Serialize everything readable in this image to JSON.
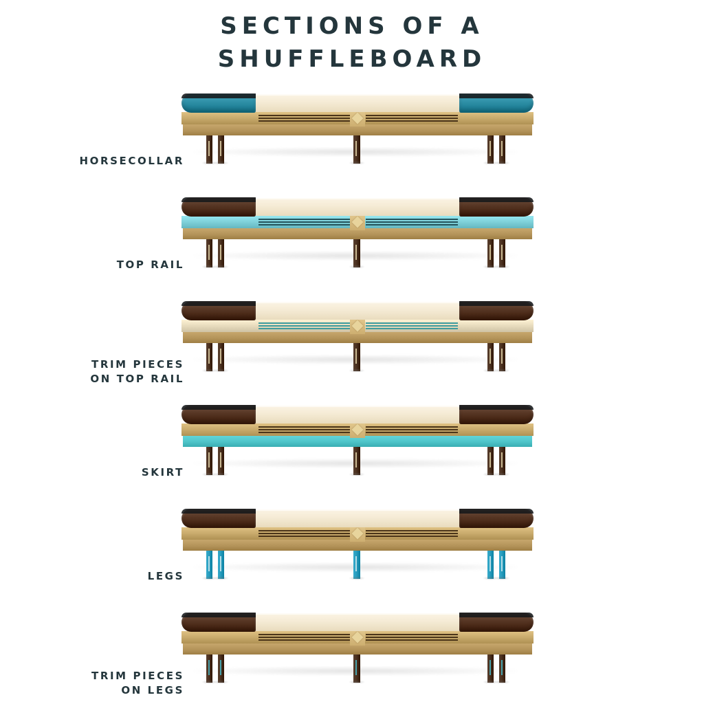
{
  "page": {
    "background": "#ffffff",
    "title_lines": [
      "Sections of a",
      "Shuffleboard"
    ],
    "title_color": "#24363c"
  },
  "palette": {
    "teal_collar": "#2e8fa6",
    "teal_rail": "#7fd1da",
    "teal_trim": "#3e9c9e",
    "teal_skirt": "#4ec3c8",
    "teal_legs": "#2a9fc0",
    "teal_leg_trim": "#46b6c4",
    "wood_dark": "#563523",
    "wood_rail": "#c9ab6d",
    "wood_skirt": "#b4945a",
    "playfield_cream": "#f6ecd7",
    "stripe_dark": "#4a3419",
    "leg_dark": "#4d3322"
  },
  "rows": [
    {
      "id": "horsecollar",
      "label_lines": [
        "Horsecollar"
      ],
      "highlight": "horsecollar",
      "collar_color": "#2e8fa6",
      "rail_color": "#c9ab6d",
      "rail_stripe_color": "#4a3419",
      "skirt_color": "#b4945a",
      "leg_color": "#4d3322",
      "leg_trim_color": "#e2d2a8"
    },
    {
      "id": "top-rail",
      "label_lines": [
        "Top Rail"
      ],
      "highlight": "top-rail",
      "collar_color": "#563523",
      "rail_color": "#7fd1da",
      "rail_stripe_color": "#24545c",
      "skirt_color": "#b4945a",
      "leg_color": "#4d3322",
      "leg_trim_color": "#e2d2a8"
    },
    {
      "id": "trim-pieces-on-top-rail",
      "label_lines": [
        "Trim Pieces",
        "on Top Rail"
      ],
      "highlight": "trim-on-rail",
      "collar_color": "#563523",
      "rail_color": "#e8dcbe",
      "rail_stripe_color": "#3e9c9e",
      "skirt_color": "#b4945a",
      "leg_color": "#4d3322",
      "leg_trim_color": "#e2d2a8"
    },
    {
      "id": "skirt",
      "label_lines": [
        "Skirt"
      ],
      "highlight": "skirt",
      "collar_color": "#563523",
      "rail_color": "#c9ab6d",
      "rail_stripe_color": "#4a3419",
      "skirt_color": "#4ec3c8",
      "leg_color": "#4d3322",
      "leg_trim_color": "#e2d2a8"
    },
    {
      "id": "legs",
      "label_lines": [
        "Legs"
      ],
      "highlight": "legs",
      "collar_color": "#563523",
      "rail_color": "#c9ab6d",
      "rail_stripe_color": "#4a3419",
      "skirt_color": "#b4945a",
      "leg_color": "#2a9fc0",
      "leg_trim_color": "#cfe9ee"
    },
    {
      "id": "trim-pieces-on-legs",
      "label_lines": [
        "Trim Pieces",
        "on Legs"
      ],
      "highlight": "trim-on-legs",
      "collar_color": "#563523",
      "rail_color": "#c9ab6d",
      "rail_stripe_color": "#4a3419",
      "skirt_color": "#b4945a",
      "leg_color": "#4d3322",
      "leg_trim_color": "#46b6c4"
    }
  ],
  "table_parts": {
    "collar_name": "horsecollar-end-cap",
    "playfield_name": "playing-surface",
    "rail_name": "top-rail",
    "skirt_name": "skirt",
    "leg_name": "leg",
    "splice_name": "center-splice-diamond"
  }
}
